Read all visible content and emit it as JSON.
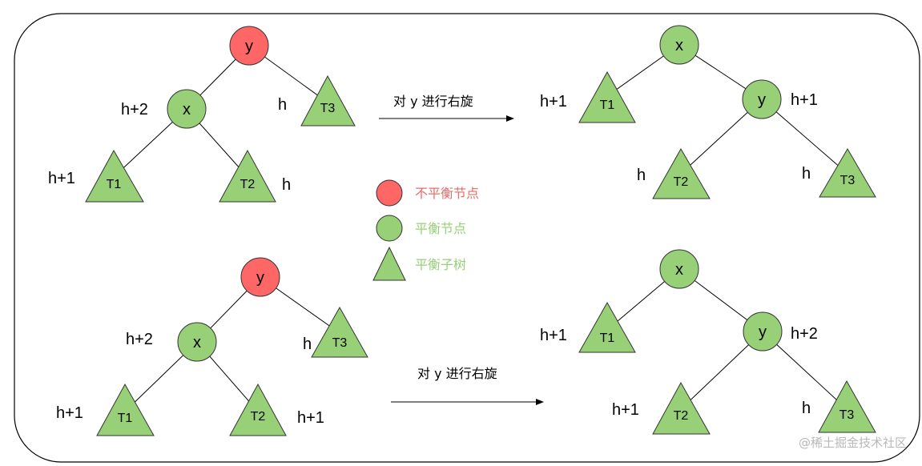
{
  "colors": {
    "unbalanced_fill": "#ff6666",
    "balanced_fill": "#97d077",
    "stroke": "#333333",
    "legend_unbalanced_text": "#ea6b66",
    "legend_balanced_text": "#97d077",
    "watermark": "#b8b8b8"
  },
  "legend": {
    "unbalanced_node": "不平衡节点",
    "balanced_node": "平衡节点",
    "balanced_subtree": "平衡子树"
  },
  "arrows": {
    "top_label": "对 y 进行右旋",
    "bottom_label": "对 y 进行右旋"
  },
  "watermark": "@稀土掘金技术社区",
  "case1": {
    "before": {
      "root": "y",
      "left_child": "x",
      "left_child_height": "h+2",
      "right_subtree": "T3",
      "right_subtree_height": "h",
      "x_left_subtree": "T1",
      "x_left_height": "h+1",
      "x_right_subtree": "T2",
      "x_right_height": "h"
    },
    "after": {
      "root": "x",
      "left_subtree": "T1",
      "left_height": "h+1",
      "right_child": "y",
      "right_child_height": "h+1",
      "y_left_subtree": "T2",
      "y_left_height": "h",
      "y_right_subtree": "T3",
      "y_right_height": "h"
    }
  },
  "case2": {
    "before": {
      "root": "y",
      "left_child": "x",
      "left_child_height": "h+2",
      "right_subtree": "T3",
      "right_subtree_height": "h",
      "x_left_subtree": "T1",
      "x_left_height": "h+1",
      "x_right_subtree": "T2",
      "x_right_height": "h+1"
    },
    "after": {
      "root": "x",
      "left_subtree": "T1",
      "left_height": "h+1",
      "right_child": "y",
      "right_child_height": "h+2",
      "y_left_subtree": "T2",
      "y_left_height": "h+1",
      "y_right_subtree": "T3",
      "y_right_height": "h"
    }
  }
}
